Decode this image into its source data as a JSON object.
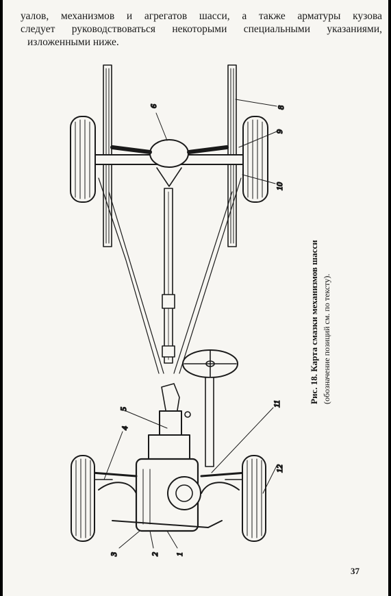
{
  "text": {
    "line1": "уалов, механизмов и агрегатов шасси, а также арматуры кузова",
    "line2": "следует руководствоваться некоторыми специальными указаниями,",
    "line3": "изложенными ниже."
  },
  "figure": {
    "caption_title": "Рис. 18. Карта смазки механизмов шасси",
    "caption_sub": "(обозначение позиций см. по тексту).",
    "callouts": [
      "1",
      "2",
      "3",
      "4",
      "5",
      "6",
      "8",
      "9",
      "10",
      "11",
      "12"
    ]
  },
  "page_number": "37"
}
